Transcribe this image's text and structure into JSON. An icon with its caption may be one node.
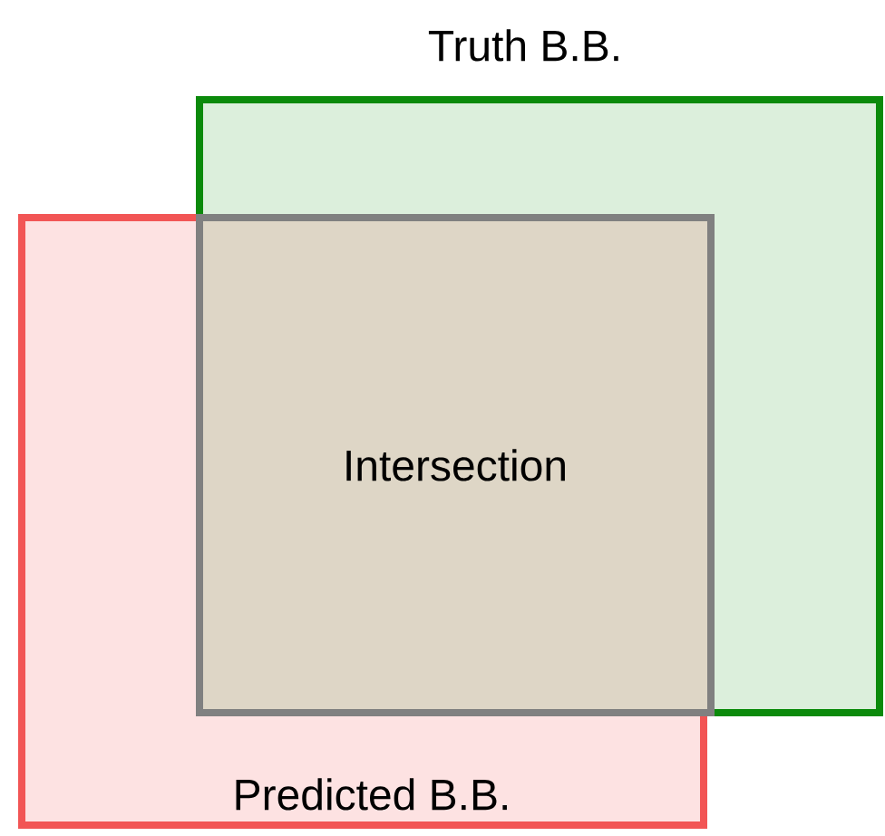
{
  "diagram": {
    "nodes": [
      {
        "text": [
          "Truth B.B."
        ]
      },
      {
        "text": [
          "Predicted B.B."
        ]
      },
      {
        "text": [
          "Intersection"
        ]
      }
    ]
  }
}
